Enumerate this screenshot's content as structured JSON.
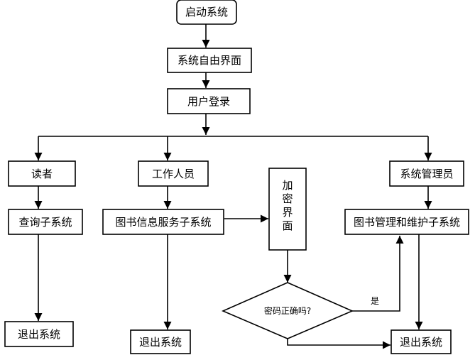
{
  "nodes": {
    "start": "启动系统",
    "welcome": "系统自由界面",
    "login": "用户登录",
    "reader": "读者",
    "staff": "工作人员",
    "admin": "系统管理员",
    "query": "查询子系统",
    "book_service": "图书信息服务子系统",
    "encrypt": "加密界面",
    "manage": "图书管理和维护子系统",
    "password_check": "密码正确吗?",
    "exit_reader": "退出系统",
    "exit_staff": "退出系统",
    "exit_admin": "退出系统"
  },
  "edge_labels": {
    "yes": "是"
  },
  "colors": {
    "stroke": "#000000",
    "fill": "#ffffff"
  }
}
